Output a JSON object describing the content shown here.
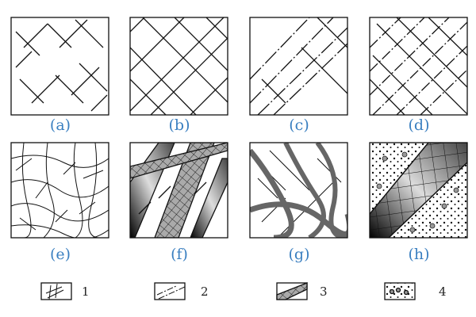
{
  "panels": [
    {
      "label": "(a)"
    },
    {
      "label": "(b)"
    },
    {
      "label": "(c)"
    },
    {
      "label": "(d)"
    },
    {
      "label": "(e)"
    },
    {
      "label": "(f)"
    },
    {
      "label": "(g)"
    },
    {
      "label": "(h)"
    }
  ],
  "legend": [
    {
      "number": "1",
      "pattern": "crossing-joints"
    },
    {
      "number": "2",
      "pattern": "dashed-fractures"
    },
    {
      "number": "3",
      "pattern": "filled-vein"
    },
    {
      "number": "4",
      "pattern": "dotted-matrix"
    }
  ],
  "colors": {
    "label": "#3a7fc0",
    "stroke": "#111111"
  }
}
